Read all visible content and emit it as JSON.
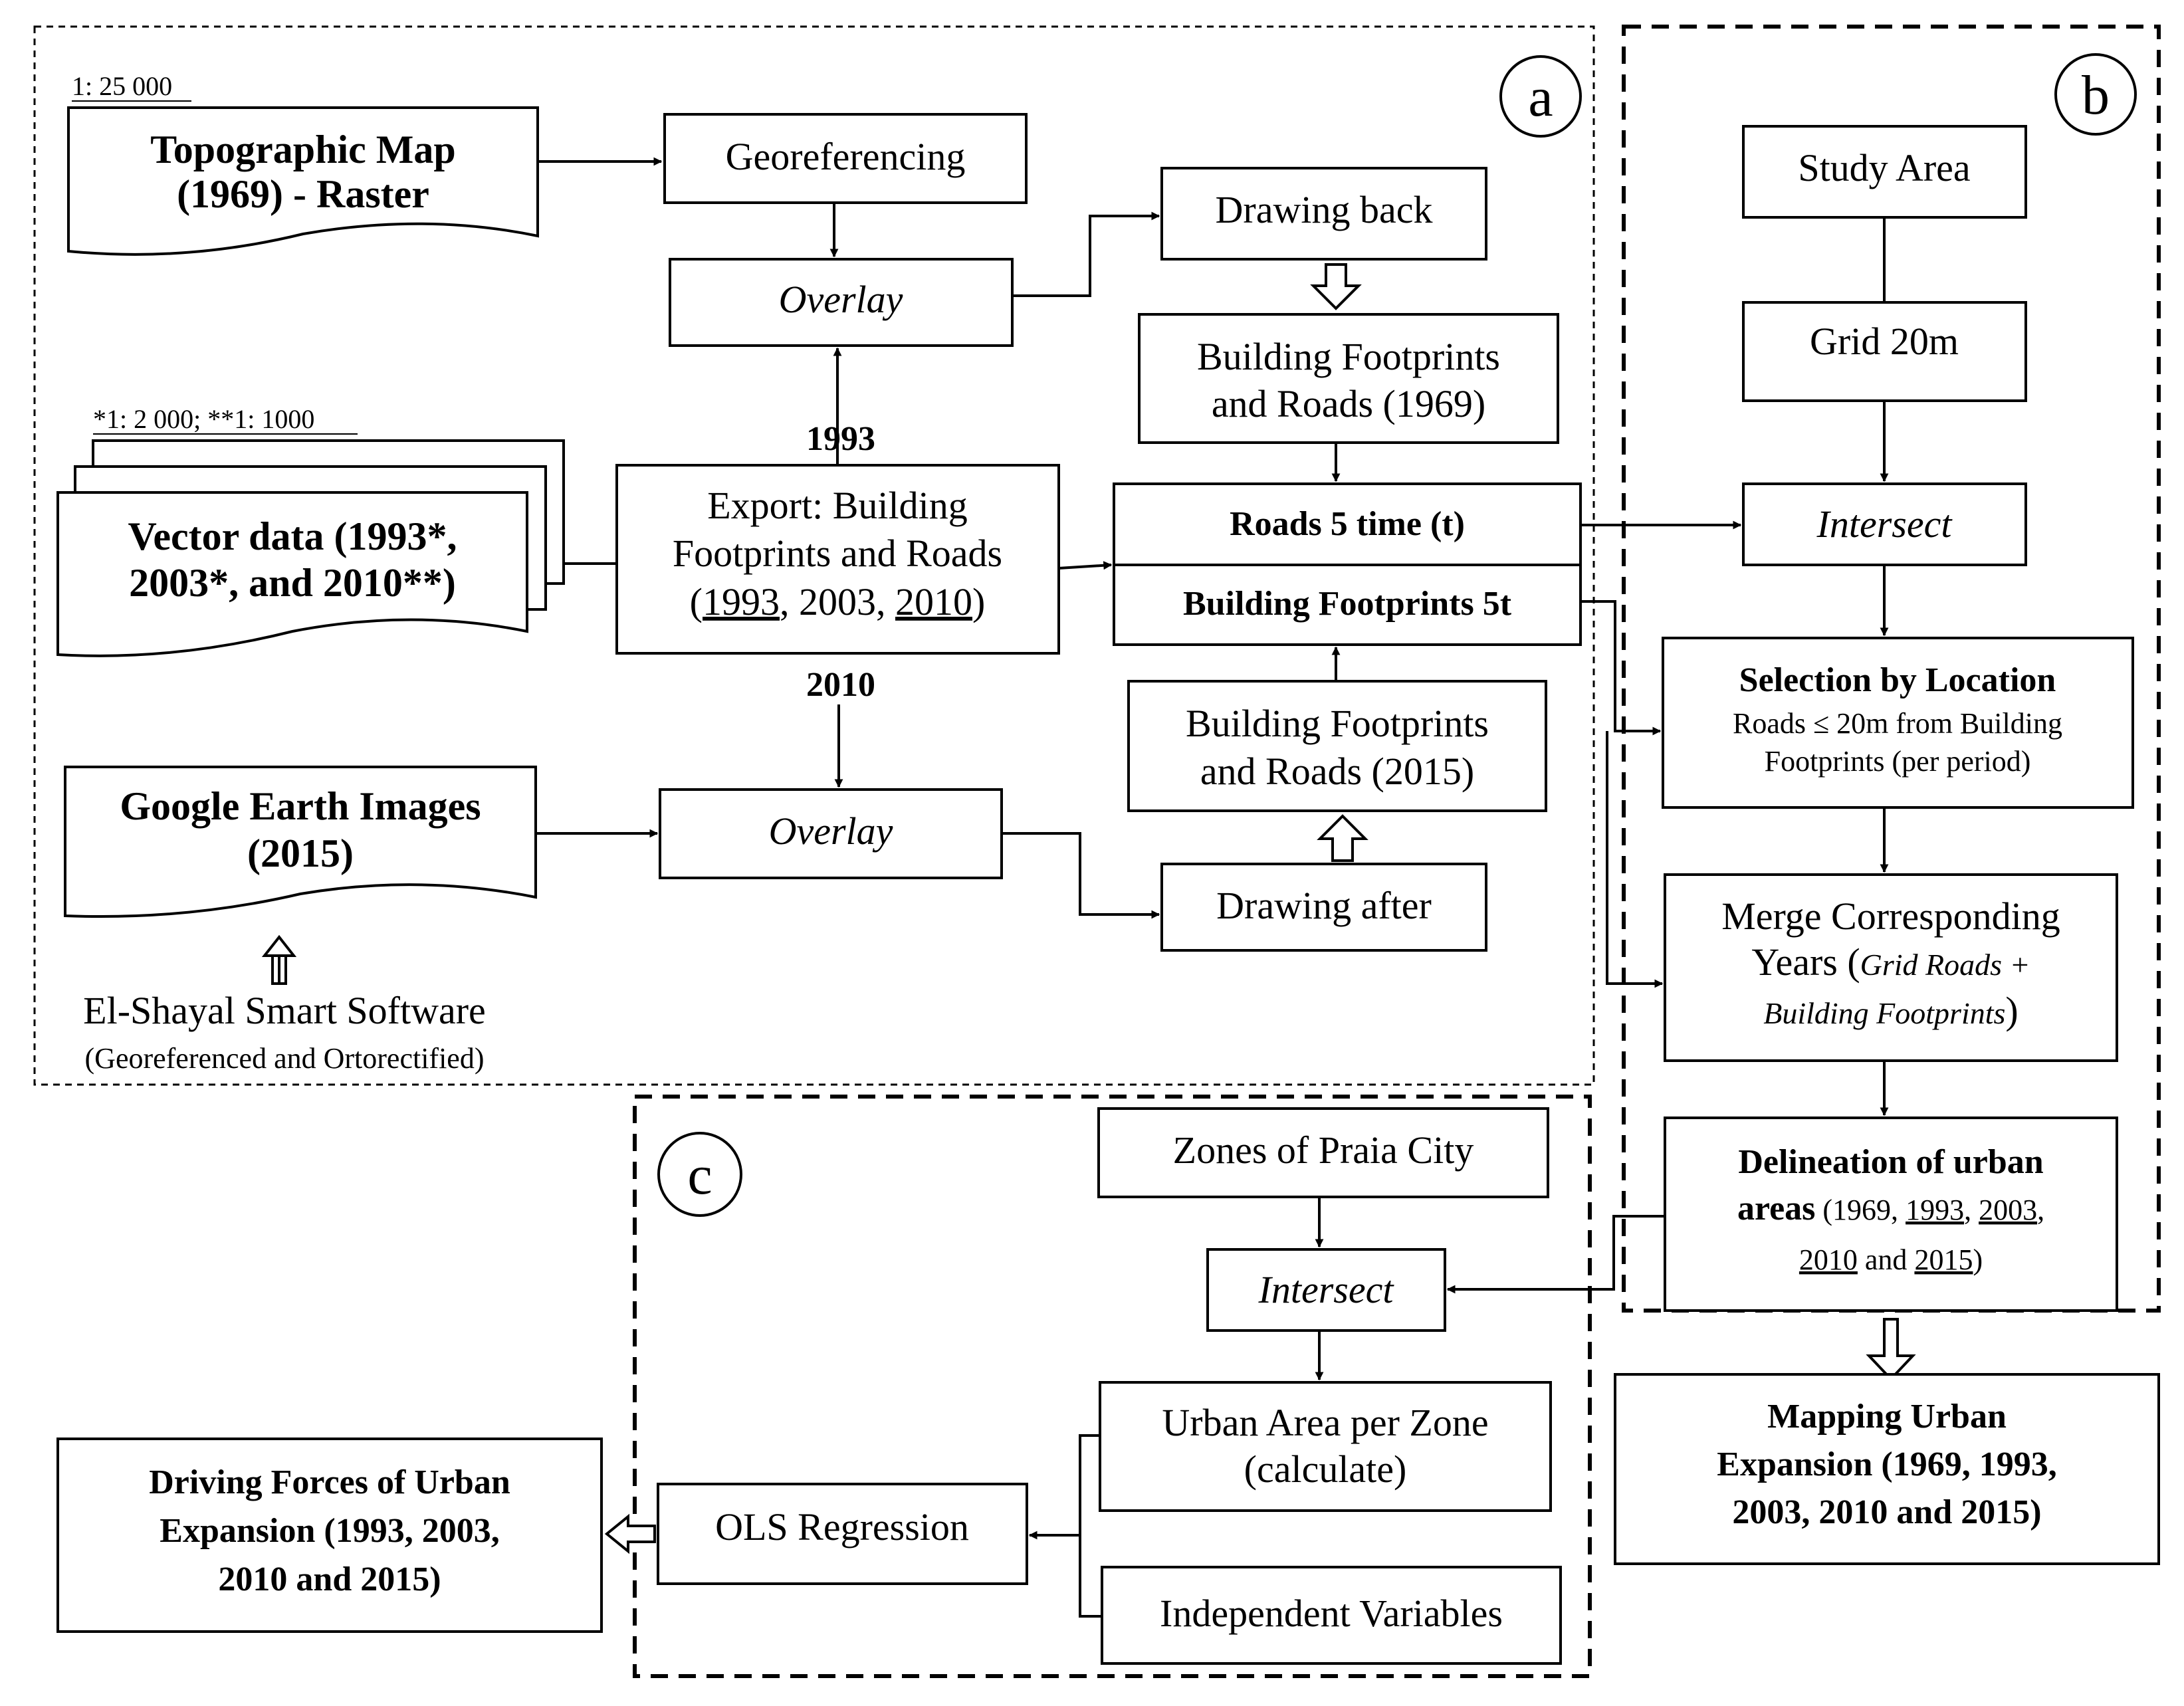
{
  "sections": {
    "a": "a",
    "b": "b",
    "c": "c"
  },
  "inputs": {
    "topo_scale": "1: 25 000",
    "topo_line1": "Topographic Map",
    "topo_line2": "(1969) - Raster",
    "vector_scale": "*1: 2 000; **1: 1000",
    "vector_line1": "Vector data (1993*,",
    "vector_line2": "2003*, and 2010**)",
    "google_line1": "Google Earth Images",
    "google_line2": "(2015)",
    "software_line1": "El-Shayal Smart Software",
    "software_line2": "(Georeferenced and Ortorectified)"
  },
  "process_a": {
    "georef": "Georeferencing",
    "overlay_top": "Overlay",
    "label_1993": "1993",
    "export_line1": "Export: Building",
    "export_line2": "Footprints and Roads",
    "export_line3_open": "(",
    "export_y1": "1993",
    "export_sep1": ", ",
    "export_y2": "2003",
    "export_sep2": ", ",
    "export_y3": "2010",
    "export_close": ")",
    "label_2010": "2010",
    "overlay_bottom": "Overlay",
    "drawing_back": "Drawing back",
    "bf1969_line1": "Building Footprints",
    "bf1969_line2": "and Roads (1969)",
    "roads5t": "Roads 5 time (t)",
    "bf5t": "Building Footprints  5t",
    "bf2015_line1": "Building Footprints",
    "bf2015_line2": "and Roads (2015)",
    "drawing_after": "Drawing after"
  },
  "process_b": {
    "study_area": "Study Area",
    "grid": "Grid 20m",
    "intersect": "Intersect",
    "selection_title": "Selection by Location",
    "selection_line1": "Roads ≤ 20m from Building",
    "selection_line2": "Footprints (per period)",
    "merge_line1": "Merge Corresponding",
    "merge_line2_a": "Years (",
    "merge_line2_b": "Grid Roads +",
    "merge_line3_a": "Building Footprints",
    "merge_line3_b": ")",
    "delin_line1": "Delineation of urban",
    "delin_line2_a": "areas",
    "delin_line2_b": " (1969, ",
    "delin_y1993": "1993",
    "delin_sep": ", ",
    "delin_y2003": "2003",
    "delin_comma": ",",
    "delin_y2010": "2010",
    "delin_and": " and ",
    "delin_y2015": "2015",
    "delin_close": ")",
    "mapping_line1": "Mapping Urban",
    "mapping_line2": "Expansion (1969, 1993,",
    "mapping_line3": "2003, 2010 and 2015)"
  },
  "process_c": {
    "zones": "Zones of Praia City",
    "intersect": "Intersect",
    "urban_line1": "Urban Area per Zone",
    "urban_line2": "(calculate)",
    "independent": "Independent Variables",
    "ols": "OLS Regression",
    "driving_line1": "Driving Forces of Urban",
    "driving_line2": "Expansion (1993, 2003,",
    "driving_line3": "2010 and 2015)"
  }
}
